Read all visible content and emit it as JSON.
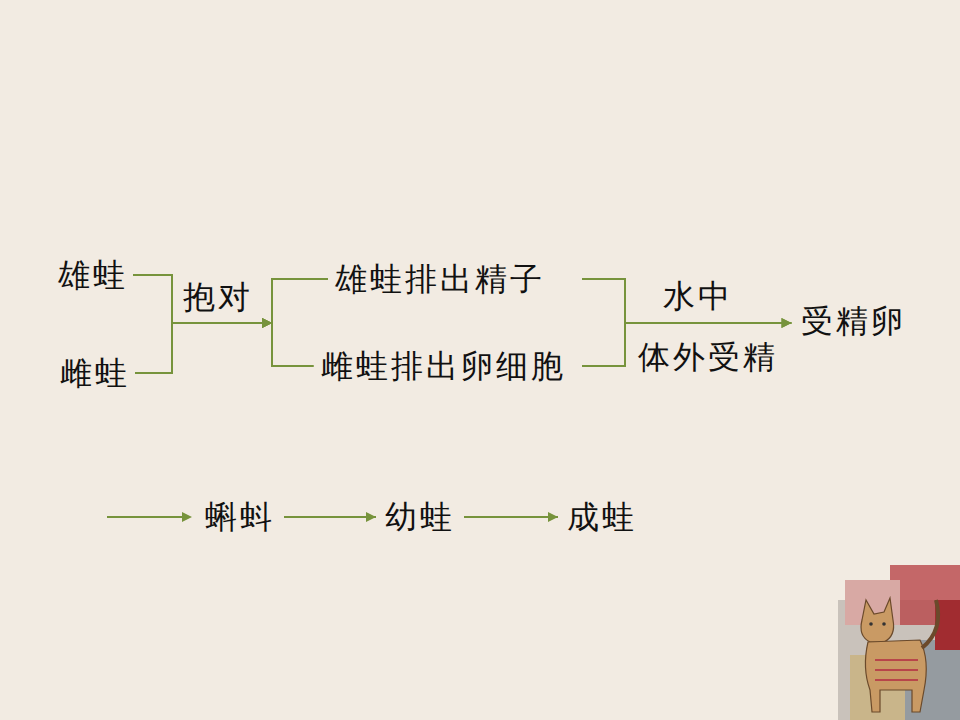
{
  "diagram": {
    "nodes": [
      {
        "text": [
          "雄蛙"
        ]
      },
      {
        "text": [
          "雌蛙"
        ]
      },
      {
        "text": [
          "雄蛙排出精子"
        ]
      },
      {
        "text": [
          "雌蛙排出卵细胞"
        ]
      },
      {
        "text": [
          "受精卵"
        ]
      },
      {
        "text": [
          "蝌蚪"
        ]
      },
      {
        "text": [
          "幼蛙"
        ]
      },
      {
        "text": [
          "成蛙"
        ]
      }
    ],
    "edges": [
      {
        "from": 0,
        "to": 2,
        "arrow": "to"
      },
      {
        "from": 0,
        "to": 3,
        "arrow": "to"
      },
      {
        "from": 1,
        "to": 2,
        "arrow": "to"
      },
      {
        "from": 1,
        "to": 3,
        "arrow": "to"
      },
      {
        "from": 2,
        "to": 4,
        "arrow": "to"
      },
      {
        "from": 3,
        "to": 4,
        "arrow": "to"
      },
      {
        "from": 5,
        "to": 6,
        "arrow": "to"
      },
      {
        "from": 6,
        "to": 7,
        "arrow": "to"
      }
    ],
    "labels": [
      "抱对",
      "水中",
      "体外受精"
    ]
  }
}
